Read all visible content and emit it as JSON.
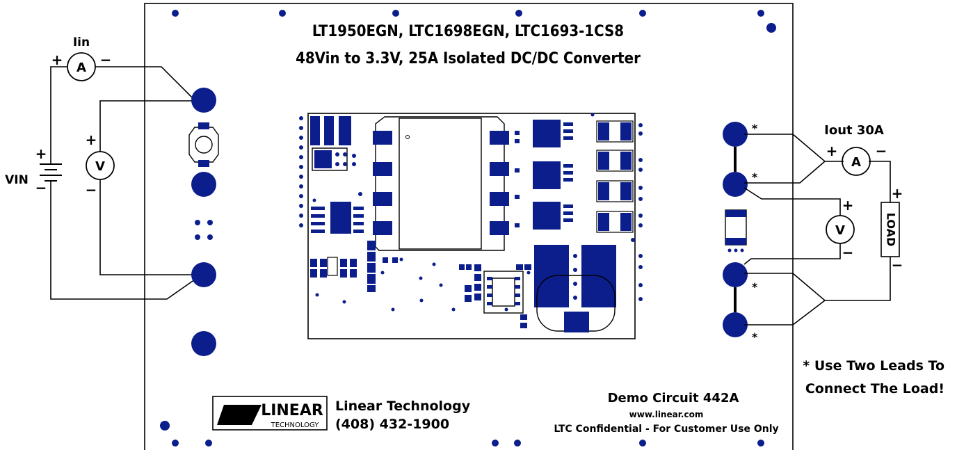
{
  "board": {
    "title_line1": "LT1950EGN, LTC1698EGN, LTC1693-1CS8",
    "title_line2": "48Vin to 3.3V, 25A Isolated DC/DC Converter",
    "demo_circuit": "Demo Circuit 442A",
    "website": "www.linear.com",
    "confidential": "LTC Confidential - For Customer Use Only"
  },
  "company": {
    "logo_text_main": "LINEAR",
    "logo_text_sub": "TECHNOLOGY",
    "name": "Linear Technology",
    "phone": "(408) 432-1900"
  },
  "input_side": {
    "ammeter_label": "Iin",
    "ammeter_symbol": "A",
    "voltmeter_symbol": "V",
    "source_label": "VIN",
    "plus": "+",
    "minus": "−"
  },
  "output_side": {
    "ammeter_label": "Iout 30A",
    "ammeter_symbol": "A",
    "voltmeter_symbol": "V",
    "load_label": "LOAD",
    "plus": "+",
    "minus": "−",
    "asterisk": "*"
  },
  "note": {
    "line1": "* Use Two Leads To",
    "line2": "Connect The Load!"
  },
  "colors": {
    "pad": "#0b1e8c",
    "line": "#000000",
    "background": "#ffffff"
  }
}
